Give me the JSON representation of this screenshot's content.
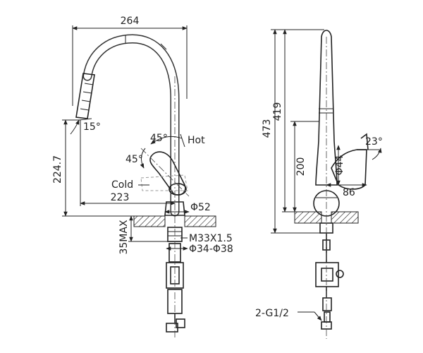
{
  "colors": {
    "ink": "#222222",
    "paper": "#ffffff",
    "ghost": "#999999"
  },
  "front_view": {
    "width_top": "264",
    "reach": "223",
    "height_spout": "224.7",
    "spray_angle": "15°",
    "lever_angle_hot": "45°",
    "lever_angle_cold": "45°",
    "hot_label": "Hot",
    "cold_label": "Cold",
    "base_diameter": "Φ52",
    "max_deck_thickness": "35MAX",
    "thread": "M33X1.5",
    "hole_diameter": "Φ34-Φ38"
  },
  "side_view": {
    "total_height": "473",
    "spout_height": "419",
    "lever_height": "200",
    "lever_diameter": "Φ44",
    "lever_depth": "86",
    "lever_angle": "23°",
    "hose_connection": "2-G1/2"
  }
}
